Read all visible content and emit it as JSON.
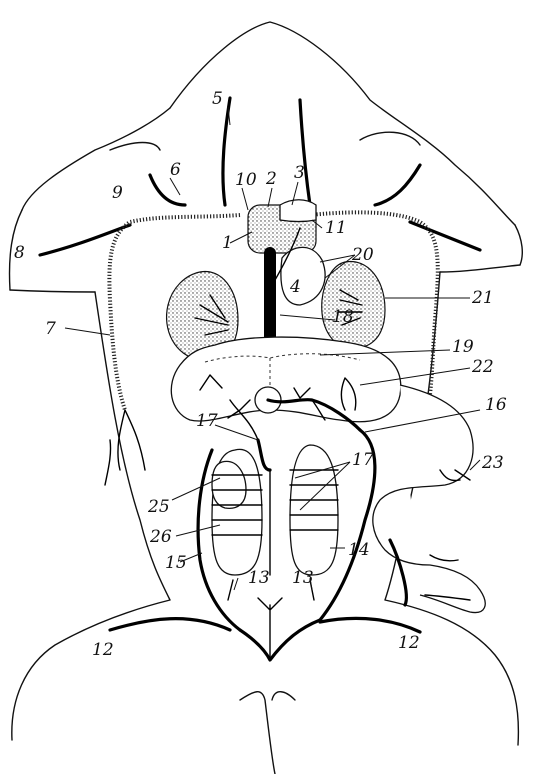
{
  "labels": {
    "l1": "1",
    "l2": "2",
    "l3": "3",
    "l4": "4",
    "l5": "5",
    "l6": "6",
    "l7": "7",
    "l8": "8",
    "l9": "9",
    "l10": "10",
    "l11": "11",
    "l12a": "12",
    "l12b": "12",
    "l13a": "13",
    "l13b": "13",
    "l14": "14",
    "l15": "15",
    "l16": "16",
    "l17a": "17",
    "l17b": "17",
    "l18": "18",
    "l19": "19",
    "l20": "20",
    "l21": "21",
    "l22": "22",
    "l23": "23",
    "l25": "25",
    "l26": "26"
  }
}
